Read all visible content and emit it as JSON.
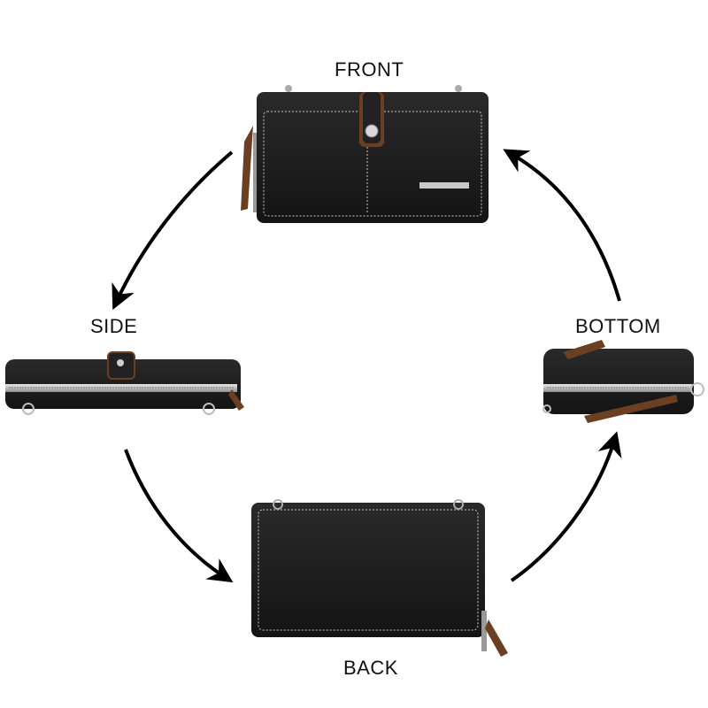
{
  "views": {
    "front": {
      "label": "FRONT"
    },
    "side": {
      "label": "SIDE"
    },
    "bottom": {
      "label": "BOTTOM"
    },
    "back": {
      "label": "BACK"
    }
  },
  "colors": {
    "background": "#ffffff",
    "leather": "#1b1b1b",
    "stitching": "#cfc7b8",
    "strap_brown": "#6b3f22",
    "zipper_metal": "#c9c9c9",
    "arrow": "#000000"
  }
}
